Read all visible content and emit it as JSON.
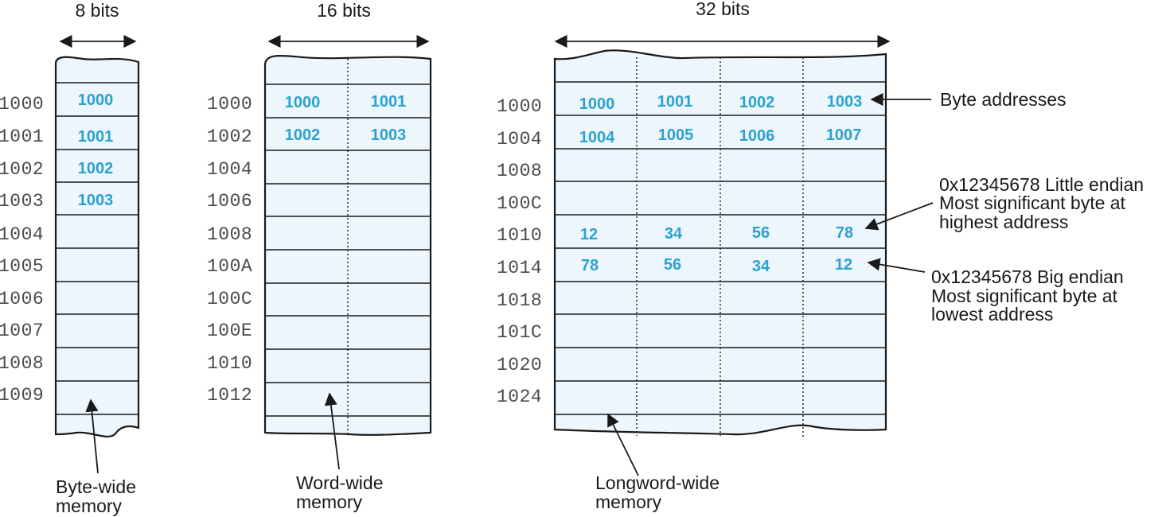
{
  "colors": {
    "cell_text": "#2aa2d0",
    "memory_fill": "#eef6fd",
    "ink": "#1a1a1a",
    "address_text": "#4a4a4a"
  },
  "byte_wide": {
    "width_label": "8 bits",
    "addresses": [
      "1000",
      "1001",
      "1002",
      "1003",
      "1004",
      "1005",
      "1006",
      "1007",
      "1008",
      "1009"
    ],
    "cells": [
      "1000",
      "1001",
      "1002",
      "1003"
    ],
    "caption": [
      "Byte-wide",
      "memory"
    ]
  },
  "word_wide": {
    "width_label": "16 bits",
    "addresses": [
      "1000",
      "1002",
      "1004",
      "1006",
      "1008",
      "100A",
      "100C",
      "100E",
      "1010",
      "1012"
    ],
    "cells": [
      [
        "1000",
        "1001"
      ],
      [
        "1002",
        "1003"
      ]
    ],
    "caption": [
      "Word-wide",
      "memory"
    ]
  },
  "longword_wide": {
    "width_label": "32 bits",
    "addresses": [
      "1000",
      "1004",
      "1008",
      "100C",
      "1010",
      "1014",
      "1018",
      "101C",
      "1020",
      "1024"
    ],
    "cells": [
      [
        "1000",
        "1001",
        "1002",
        "1003"
      ],
      [
        "1004",
        "1005",
        "1006",
        "1007"
      ]
    ],
    "little_endian_row": [
      "12",
      "34",
      "56",
      "78"
    ],
    "big_endian_row": [
      "78",
      "56",
      "34",
      "12"
    ],
    "caption": [
      "Longword-wide",
      "memory"
    ]
  },
  "annotations": {
    "byte_addresses": "Byte addresses",
    "little_endian": [
      "0x12345678 Little endian",
      "Most significant byte at",
      "highest address"
    ],
    "big_endian": [
      "0x12345678 Big endian",
      "Most significant byte at",
      "lowest address"
    ]
  }
}
